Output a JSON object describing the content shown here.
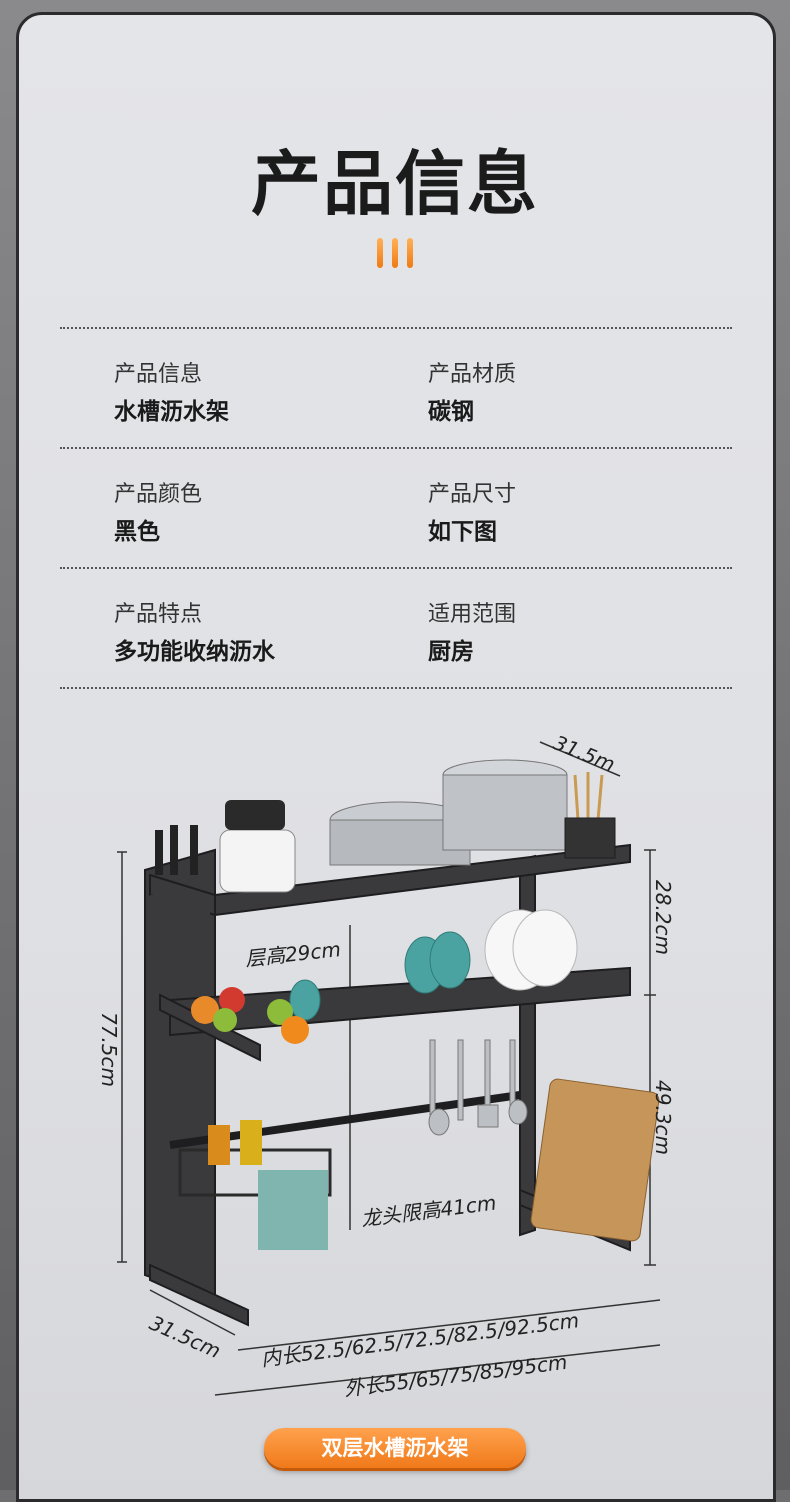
{
  "header": {
    "title": "产品信息"
  },
  "specs": [
    {
      "label": "产品信息",
      "value": "水槽沥水架"
    },
    {
      "label": "产品材质",
      "value": "碳钢"
    },
    {
      "label": "产品颜色",
      "value": "黑色"
    },
    {
      "label": "产品尺寸",
      "value": "如下图"
    },
    {
      "label": "产品特点",
      "value": "多功能收纳沥水"
    },
    {
      "label": "适用范围",
      "value": "厨房"
    }
  ],
  "dimensions": {
    "top_depth": "31.5m",
    "top_layer_height": "28.2cm",
    "layer_height": "层高29cm",
    "total_height": "77.5cm",
    "lower_height": "49.3cm",
    "faucet_clearance": "龙头限高41cm",
    "bottom_depth": "31.5cm",
    "inner_length": "内长52.5/62.5/72.5/82.5/92.5cm",
    "outer_length": "外长55/65/75/85/95cm"
  },
  "button": {
    "label": "双层水槽沥水架"
  },
  "colors": {
    "accent": "#f07a1a",
    "frame": "#2b2b2d",
    "background": "#e2e3e7"
  }
}
